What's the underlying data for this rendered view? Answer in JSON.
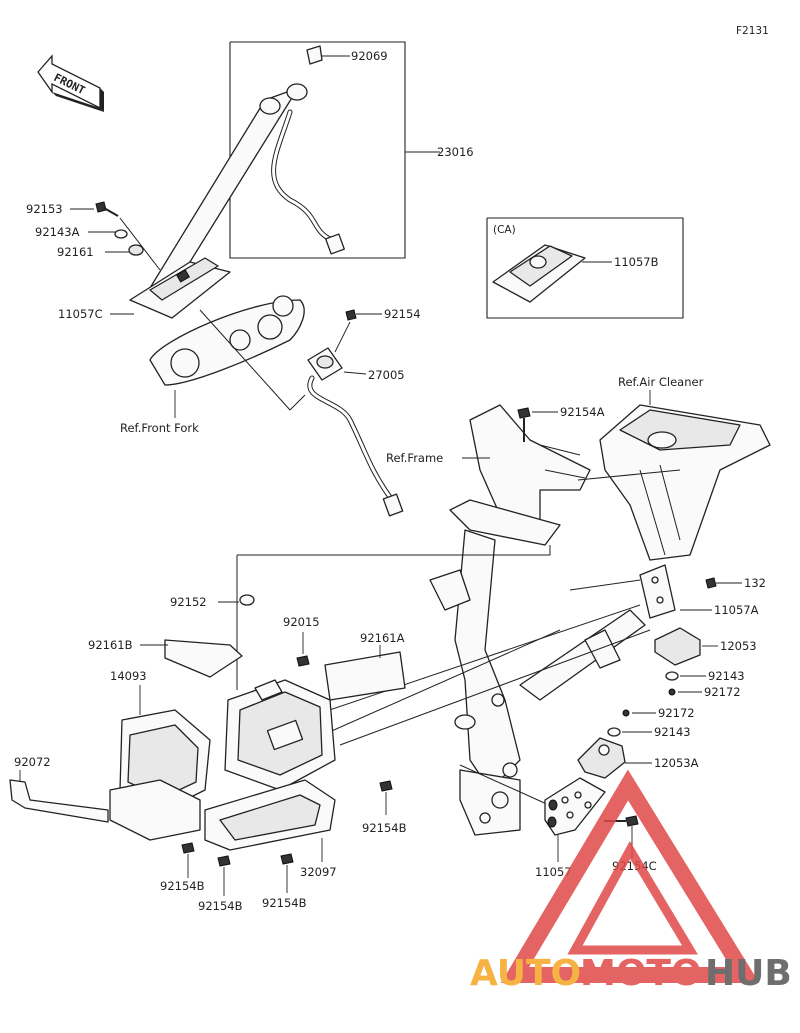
{
  "figure_code": "F2131",
  "orientation_label": "FRONT",
  "variant_box_label": "(CA)",
  "parts": {
    "p92069": "92069",
    "p23016": "23016",
    "p92153": "92153",
    "p92143A": "92143A",
    "p92161": "92161",
    "p11057C": "11057C",
    "p92154": "92154",
    "p27005": "27005",
    "p11057B": "11057B",
    "p92154A": "92154A",
    "p132": "132",
    "p11057A": "11057A",
    "p12053": "12053",
    "p92143_a": "92143",
    "p92172_a": "92172",
    "p92172_b": "92172",
    "p92143_b": "92143",
    "p12053A": "12053A",
    "p92152": "92152",
    "p92015": "92015",
    "p92161A": "92161A",
    "p92161B": "92161B",
    "p14093": "14093",
    "p92072": "92072",
    "p92154B_a": "92154B",
    "p92154B_b": "92154B",
    "p92154B_c": "92154B",
    "p92154B_d": "92154B",
    "p32097": "32097",
    "p11057": "11057",
    "p92154C": "92154C"
  },
  "references": {
    "front_fork": "Ref.Front Fork",
    "frame": "Ref.Frame",
    "air_cleaner": "Ref.Air Cleaner"
  },
  "watermark": {
    "part1": "AUTO",
    "part2": "MOTO",
    "part3": "HUB",
    "colors": {
      "auto": "#f5a623",
      "moto": "#e04848",
      "hub": "#555555",
      "triangle": "#e04848"
    }
  }
}
